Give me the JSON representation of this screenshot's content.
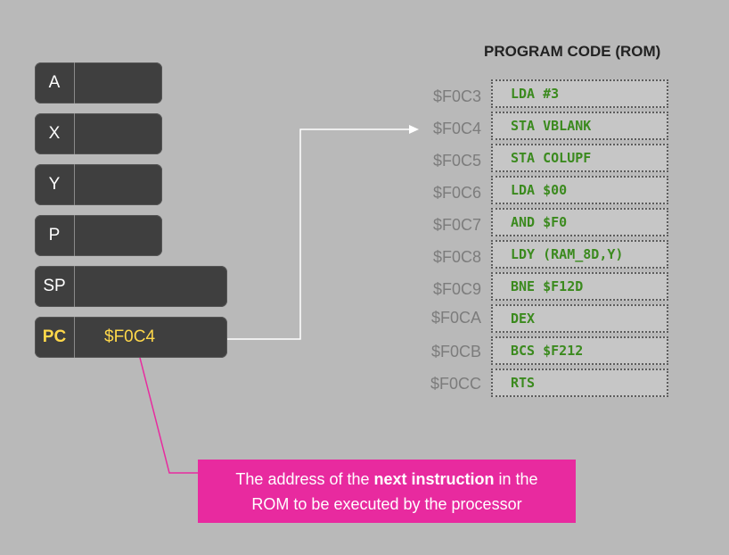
{
  "registers": [
    {
      "name": "A",
      "value": ""
    },
    {
      "name": "X",
      "value": ""
    },
    {
      "name": "Y",
      "value": ""
    },
    {
      "name": "P",
      "value": ""
    },
    {
      "name": "SP",
      "value": ""
    },
    {
      "name": "PC",
      "value": "$F0C4"
    }
  ],
  "rom": {
    "title": "PROGRAM CODE (ROM)",
    "rows": [
      {
        "address": "$F0C3",
        "code": "LDA #3"
      },
      {
        "address": "$F0C4",
        "code": "STA VBLANK"
      },
      {
        "address": "$F0C5",
        "code": "STA COLUPF"
      },
      {
        "address": "$F0C6",
        "code": "LDA $00"
      },
      {
        "address": "$F0C7",
        "code": "AND $F0"
      },
      {
        "address": "$F0C8",
        "code": "LDY (RAM_8D,Y)"
      },
      {
        "address": "$F0C9",
        "code": "BNE $F12D"
      },
      {
        "address": "$F0CA",
        "code": "DEX"
      },
      {
        "address": "$F0CB",
        "code": "BCS $F212"
      },
      {
        "address": "$F0CC",
        "code": "RTS"
      }
    ]
  },
  "note": {
    "line1_pre": "The address of the ",
    "line1_bold": "next instruction",
    "line1_post": " in the",
    "line2": "ROM to be executed by the processor"
  },
  "colors": {
    "background": "#b9b9b9",
    "register_box": "#3f3f3f",
    "pc_highlight": "#ffd84a",
    "rom_text": "#3b8a1e",
    "callout": "#e82a9f"
  }
}
